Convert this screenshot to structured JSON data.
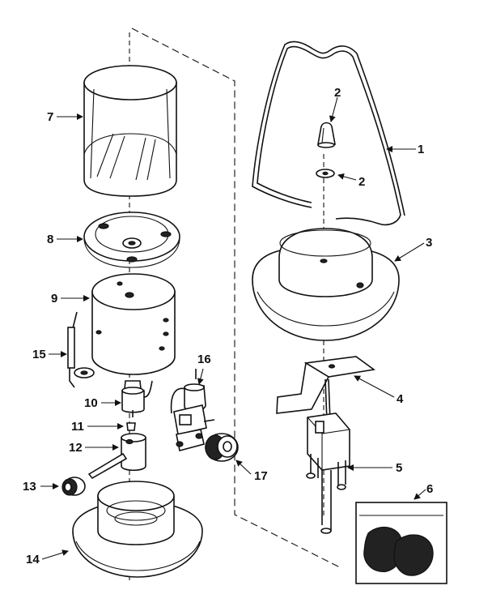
{
  "labels": [
    "1",
    "2",
    "2",
    "3",
    "4",
    "5",
    "6",
    "7",
    "8",
    "9",
    "10",
    "11",
    "12",
    "13",
    "14",
    "15",
    "16",
    "17"
  ]
}
